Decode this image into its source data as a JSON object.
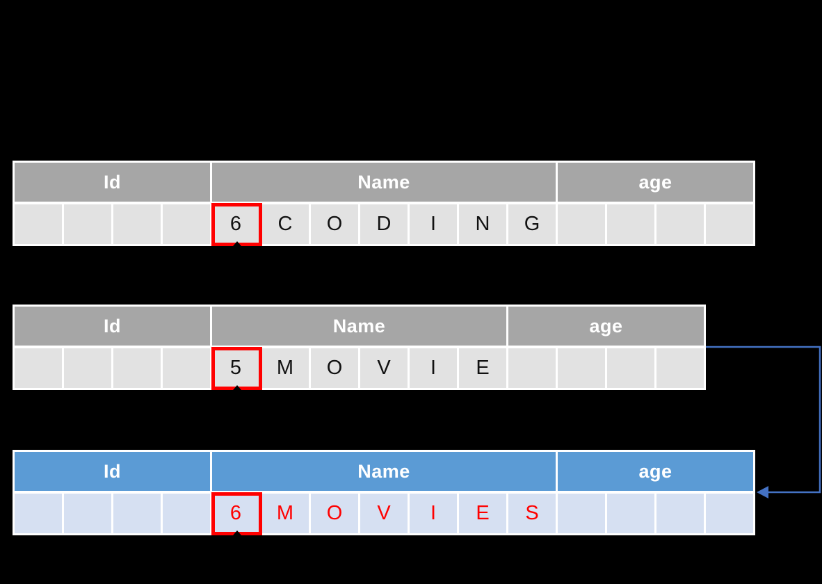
{
  "slide": {
    "background": "#000000"
  },
  "colors": {
    "gray_header": "#a6a6a6",
    "gray_cell": "#e2e2e2",
    "blue_header": "#5b9bd5",
    "blue_cell": "#d6e0f2",
    "highlight_red": "#ff0000",
    "red_letter": "#ff0000",
    "connector_blue": "#4472c4",
    "header_text": "#ffffff",
    "cell_text": "#000000"
  },
  "tables": [
    {
      "label": "coding-string-table",
      "headers": [
        "Id",
        "Name",
        "age"
      ],
      "cells": [
        "",
        "",
        "",
        "",
        "6",
        "C",
        "O",
        "D",
        "I",
        "N",
        "G",
        "",
        "",
        "",
        ""
      ],
      "highlighted_cell_value": "6"
    },
    {
      "label": "movie-string-table",
      "headers": [
        "Id",
        "Name",
        "age"
      ],
      "cells": [
        "",
        "",
        "",
        "",
        "5",
        "M",
        "O",
        "V",
        "I",
        "E",
        "",
        "",
        "",
        ""
      ],
      "highlighted_cell_value": "5"
    },
    {
      "label": "movies-string-table",
      "headers": [
        "Id",
        "Name",
        "age"
      ],
      "cells": [
        "",
        "",
        "",
        "",
        "6",
        "M",
        "O",
        "V",
        "I",
        "E",
        "S",
        "",
        "",
        "",
        ""
      ],
      "highlighted_cell_value": "6"
    }
  ],
  "connector": {
    "description": "elbow arrow from right edge of middle table row to right edge of bottom table row",
    "color": "#4472c4"
  }
}
